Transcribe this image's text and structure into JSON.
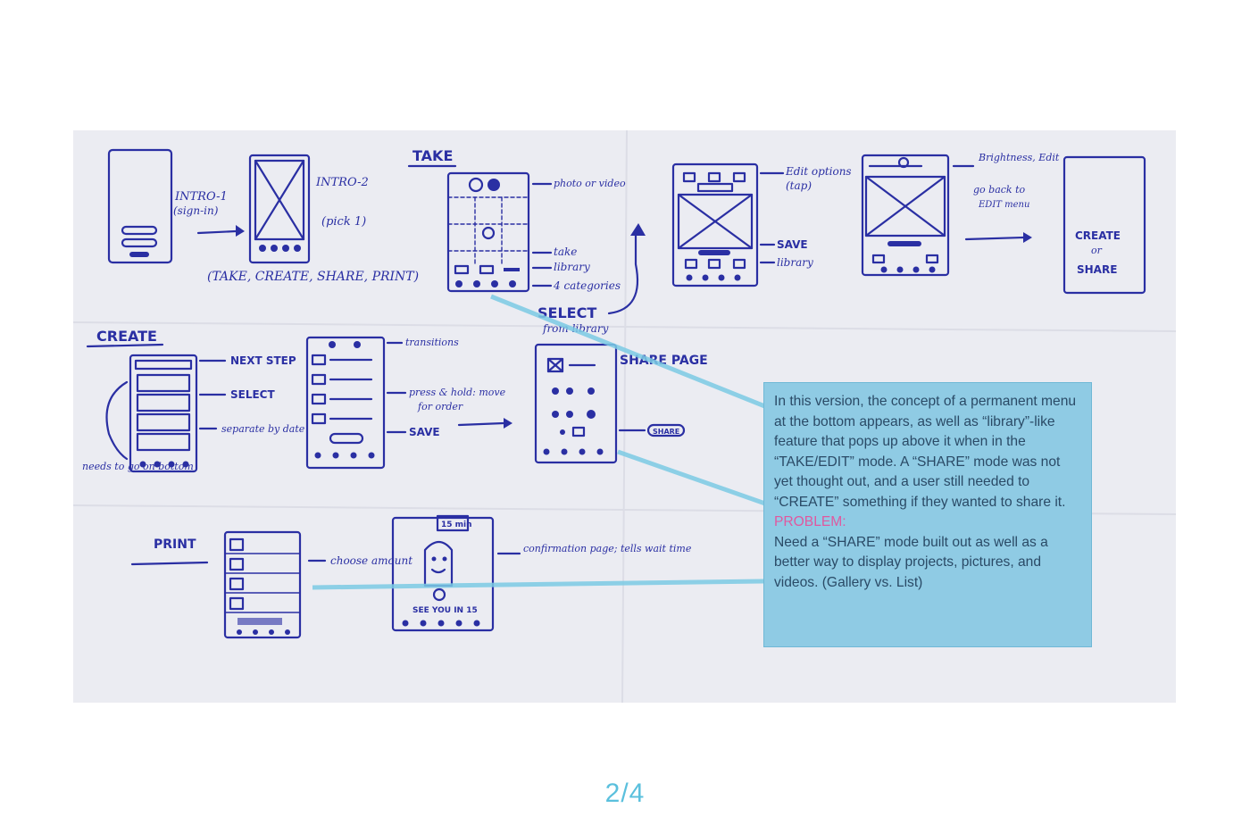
{
  "sketch": {
    "take_heading": "TAKE",
    "create_heading": "CREATE",
    "print_heading": "PRINT",
    "labels": {
      "intro1": "INTRO-1",
      "intro1_sub": "(sign-in)",
      "intro2": "INTRO-2",
      "pick1": "(pick 1)",
      "modes": "(TAKE, CREATE, SHARE, PRINT)",
      "photo_video": "photo or video",
      "take": "take",
      "library": "library",
      "four_categories": "4 categories",
      "select": "SELECT",
      "from_library": "from library",
      "edit_options": "Edit options",
      "tap": "(tap)",
      "save": "SAVE",
      "library2": "library",
      "brightness": "Brightness, Edit",
      "go_back": "go back to",
      "edit_menu": "EDIT menu",
      "create_or_share_1": "CREATE",
      "create_or_share_2": "or",
      "create_or_share_3": "SHARE",
      "next_step": "NEXT STEP",
      "select2": "SELECT",
      "separate_by_date": "separate by date",
      "needs_to_go": "needs to go on bottom",
      "transitions": "transitions",
      "press_hold": "press & hold: move",
      "for_order": "for order",
      "save2": "SAVE",
      "share_page": "SHARE PAGE",
      "share_btn": "SHARE",
      "choose_amount": "choose amount",
      "confirmation": "confirmation page; tells wait time",
      "see_you": "SEE YOU IN 15",
      "fifteen_min": "15 min"
    }
  },
  "callout": {
    "body": "In this version, the concept of a permanent menu at the bottom appears, as well as “library”-like feature that pops up above it when in the “TAKE/EDIT” mode. A “SHARE” mode was not yet thought out, and a user still needed to “CREATE” something if they wanted to share it.",
    "problem_label": "PROBLEM:",
    "problem_text": "Need a “SHARE” mode built out as well as a better way to display projects, pictures, and videos. (Gallery vs. List)"
  },
  "pagination": {
    "text": "2/4"
  },
  "colors": {
    "ink": "#2a2fa3",
    "callout_bg": "#8fcbe4",
    "problem": "#e0589f",
    "pagination": "#5bc0dd"
  }
}
